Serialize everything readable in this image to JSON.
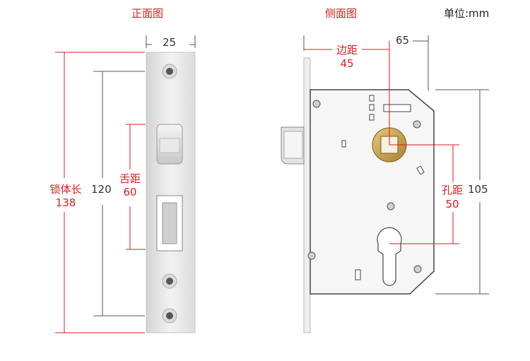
{
  "front_view": {
    "title": "正面图",
    "width_label": "25",
    "inner_height_label": "120",
    "body_length_label": "锁体长",
    "body_length_value": "138",
    "tongue_distance_label": "舌距",
    "tongue_distance_value": "60"
  },
  "side_view": {
    "title": "侧面图",
    "depth_label": "65",
    "backset_label": "边距",
    "backset_value": "45",
    "hole_distance_label": "孔距",
    "hole_distance_value": "50",
    "height_label": "105"
  },
  "unit_label": "单位:mm",
  "colors": {
    "dimension_red": "#d81e1e",
    "dimension_line_dark": "#555555",
    "plate": "#e6e6e6",
    "brass": "#c9a24a"
  }
}
